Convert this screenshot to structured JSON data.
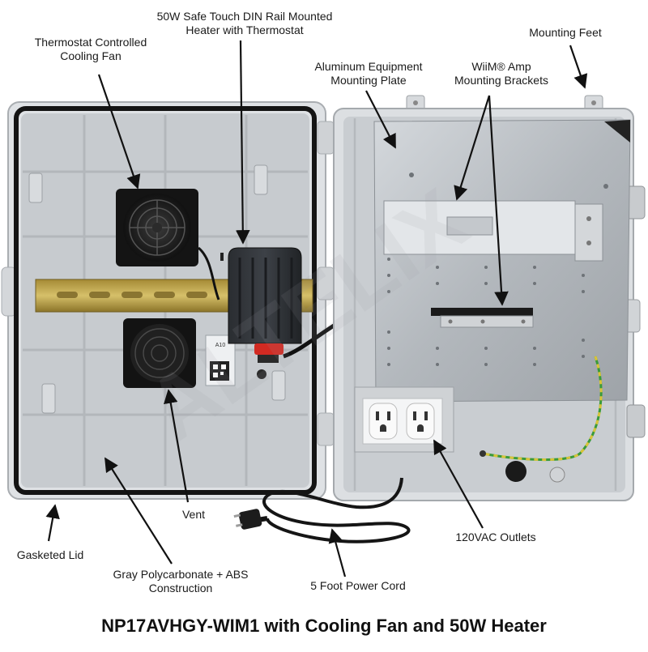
{
  "title": "NP17AVHGY-WIM1 with Cooling Fan and 50W Heater",
  "watermark": "ALTELIX",
  "device_label": "A10",
  "colors": {
    "enclosure": "#d9dcdf",
    "enclosure_interior": "#c9cdd1",
    "gasket": "#1b1b1b",
    "plate": "#b8bcc1",
    "din_rail": "#b9a04a",
    "fan": "#1e1e1e",
    "heater": "#2f3236",
    "heater_red": "#d22a22",
    "label_text": "#1a1a1a"
  },
  "callouts": {
    "cooling_fan": {
      "line1": "Thermostat Controlled",
      "line2": "Cooling Fan"
    },
    "heater": {
      "line1": "50W Safe Touch DIN Rail Mounted",
      "line2": "Heater with Thermostat"
    },
    "plate": {
      "line1": "Aluminum Equipment",
      "line2": "Mounting Plate"
    },
    "brackets": {
      "line1": "WiiM® Amp",
      "line2": "Mounting Brackets"
    },
    "feet": {
      "line1": "Mounting Feet"
    },
    "vent": {
      "line1": "Vent"
    },
    "outlets": {
      "line1": "120VAC Outlets"
    },
    "gasket": {
      "line1": "Gasketed Lid"
    },
    "construction": {
      "line1": "Gray Polycarbonate + ABS",
      "line2": "Construction"
    },
    "cord": {
      "line1": "5 Foot Power Cord"
    }
  }
}
